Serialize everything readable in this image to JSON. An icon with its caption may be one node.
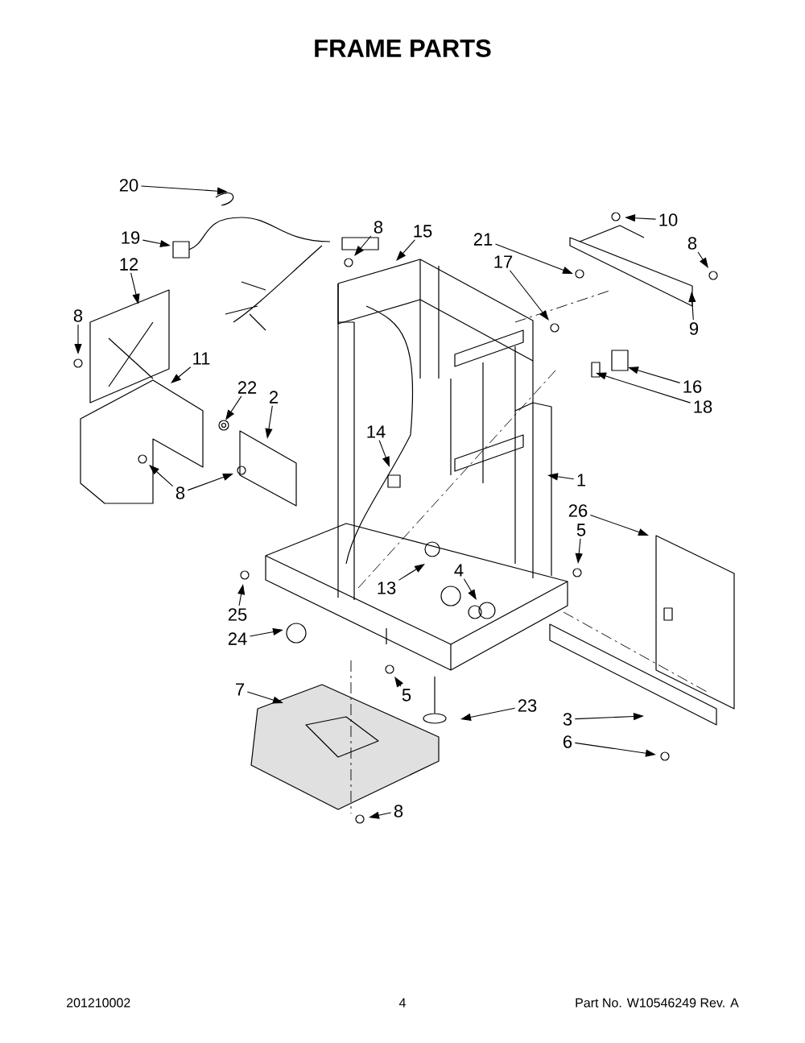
{
  "diagram": {
    "title": "FRAME PARTS",
    "nodes": [
      {
        "text": [
          "20"
        ]
      },
      {
        "text": [
          "8"
        ]
      },
      {
        "text": [
          "15"
        ]
      },
      {
        "text": [
          "10"
        ]
      },
      {
        "text": [
          "19"
        ]
      },
      {
        "text": [
          "8"
        ]
      },
      {
        "text": [
          "21"
        ]
      },
      {
        "text": [
          "12"
        ]
      },
      {
        "text": [
          "17"
        ]
      },
      {
        "text": [
          "8"
        ]
      },
      {
        "text": [
          "9"
        ]
      },
      {
        "text": [
          "11"
        ]
      },
      {
        "text": [
          "16"
        ]
      },
      {
        "text": [
          "22"
        ]
      },
      {
        "text": [
          "2"
        ]
      },
      {
        "text": [
          "18"
        ]
      },
      {
        "text": [
          "14"
        ]
      },
      {
        "text": [
          "1"
        ]
      },
      {
        "text": [
          "8"
        ]
      },
      {
        "text": [
          "26"
        ]
      },
      {
        "text": [
          "5"
        ]
      },
      {
        "text": [
          "13"
        ]
      },
      {
        "text": [
          "4"
        ]
      },
      {
        "text": [
          "25"
        ]
      },
      {
        "text": [
          "24"
        ]
      },
      {
        "text": [
          "5"
        ]
      },
      {
        "text": [
          "7"
        ]
      },
      {
        "text": [
          "23"
        ]
      },
      {
        "text": [
          "3"
        ]
      },
      {
        "text": [
          "6"
        ]
      },
      {
        "text": [
          "8"
        ]
      }
    ],
    "edges": [
      {
        "from": 0,
        "to": null,
        "arrow": "to"
      },
      {
        "from": 1,
        "to": null,
        "arrow": "to"
      },
      {
        "from": 2,
        "to": null,
        "arrow": "to"
      },
      {
        "from": 3,
        "to": null,
        "arrow": "to"
      },
      {
        "from": 4,
        "to": null,
        "arrow": "to"
      },
      {
        "from": 5,
        "to": null,
        "arrow": "to"
      },
      {
        "from": 6,
        "to": null,
        "arrow": "to"
      },
      {
        "from": 7,
        "to": null,
        "arrow": "to"
      },
      {
        "from": 8,
        "to": null,
        "arrow": "to"
      },
      {
        "from": 9,
        "to": null,
        "arrow": "to"
      },
      {
        "from": 10,
        "to": null,
        "arrow": "to"
      },
      {
        "from": 11,
        "to": null,
        "arrow": "to"
      },
      {
        "from": 12,
        "to": null,
        "arrow": "to"
      },
      {
        "from": 13,
        "to": null,
        "arrow": "to"
      },
      {
        "from": 14,
        "to": null,
        "arrow": "to"
      },
      {
        "from": 15,
        "to": null,
        "arrow": "to"
      },
      {
        "from": 16,
        "to": null,
        "arrow": "to"
      },
      {
        "from": 17,
        "to": null,
        "arrow": "to"
      },
      {
        "from": 18,
        "to": null,
        "arrow": "to"
      },
      {
        "from": 18,
        "to": null,
        "arrow": "to"
      },
      {
        "from": 19,
        "to": null,
        "arrow": "to"
      },
      {
        "from": 20,
        "to": null,
        "arrow": "to"
      },
      {
        "from": 21,
        "to": null,
        "arrow": "to"
      },
      {
        "from": 22,
        "to": null,
        "arrow": "to"
      },
      {
        "from": 23,
        "to": null,
        "arrow": "to"
      },
      {
        "from": 24,
        "to": null,
        "arrow": "to"
      },
      {
        "from": 25,
        "to": null,
        "arrow": "to"
      },
      {
        "from": 26,
        "to": null,
        "arrow": "to"
      },
      {
        "from": 27,
        "to": null,
        "arrow": "to"
      },
      {
        "from": 28,
        "to": null,
        "arrow": "to"
      },
      {
        "from": 29,
        "to": null,
        "arrow": "to"
      },
      {
        "from": 30,
        "to": null,
        "arrow": "to"
      }
    ],
    "labels": [
      "201210002",
      "4",
      "Part No. W10546249 Rev. A"
    ]
  }
}
